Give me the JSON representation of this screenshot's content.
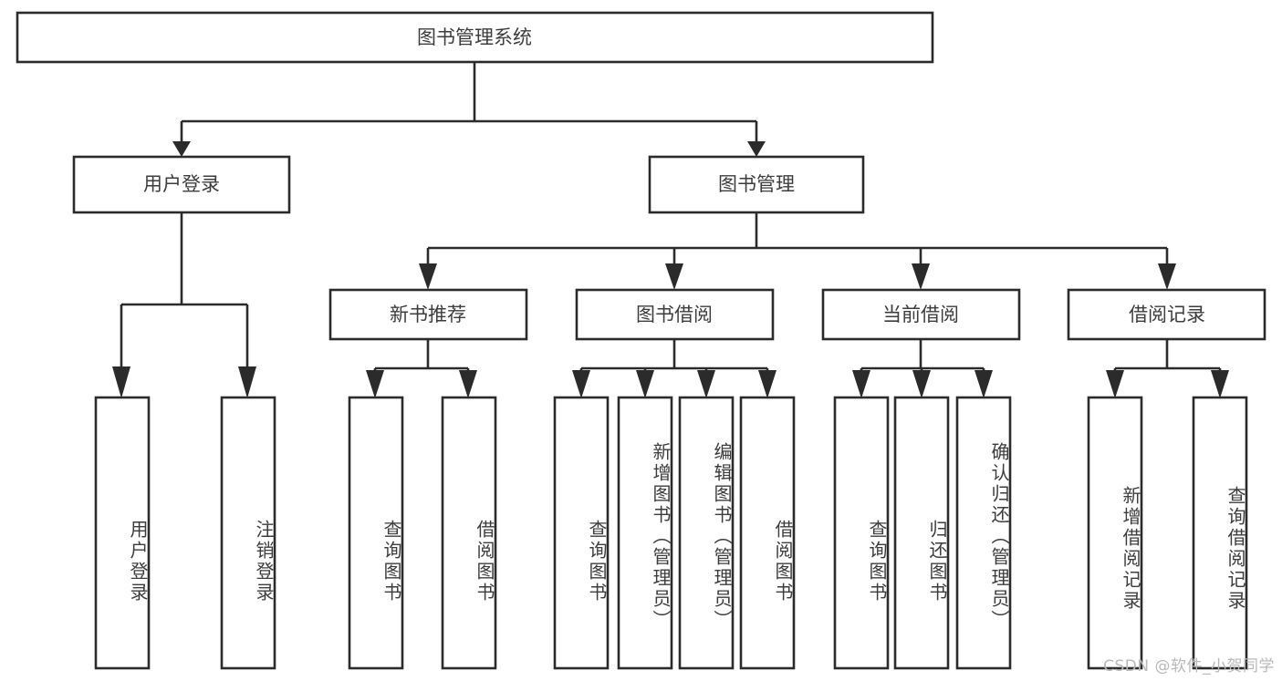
{
  "diagram": {
    "title": "图书管理系统",
    "type": "tree-hierarchy",
    "orientation": "top-down",
    "colors": {
      "box_fill": "#ffffff",
      "box_stroke": "#2b2b2b",
      "text": "#3c3c3c",
      "background": "#ffffff",
      "watermark": "#b9b9b9"
    },
    "root": {
      "label": "图书管理系统"
    },
    "level2": [
      {
        "label": "用户登录"
      },
      {
        "label": "图书管理"
      }
    ],
    "level3": [
      {
        "label": "新书推荐"
      },
      {
        "label": "图书借阅"
      },
      {
        "label": "当前借阅"
      },
      {
        "label": "借阅记录"
      }
    ],
    "leaves": {
      "user_login": [
        {
          "label": "用户登录"
        },
        {
          "label": "注销登录"
        }
      ],
      "new_book_recommend": [
        {
          "label": "查询图书"
        },
        {
          "label": "借阅图书"
        }
      ],
      "book_borrow": [
        {
          "label": "查询图书"
        },
        {
          "label": "新增图书（管理员）"
        },
        {
          "label": "编辑图书（管理员）"
        },
        {
          "label": "借阅图书"
        }
      ],
      "current_borrow": [
        {
          "label": "查询图书"
        },
        {
          "label": "归还图书"
        },
        {
          "label": "确认归还（管理员）"
        }
      ],
      "borrow_record": [
        {
          "label": "新增借阅记录"
        },
        {
          "label": "查询借阅记录"
        }
      ]
    }
  },
  "watermark": {
    "text": "CSDN @软件_小贺同学"
  }
}
